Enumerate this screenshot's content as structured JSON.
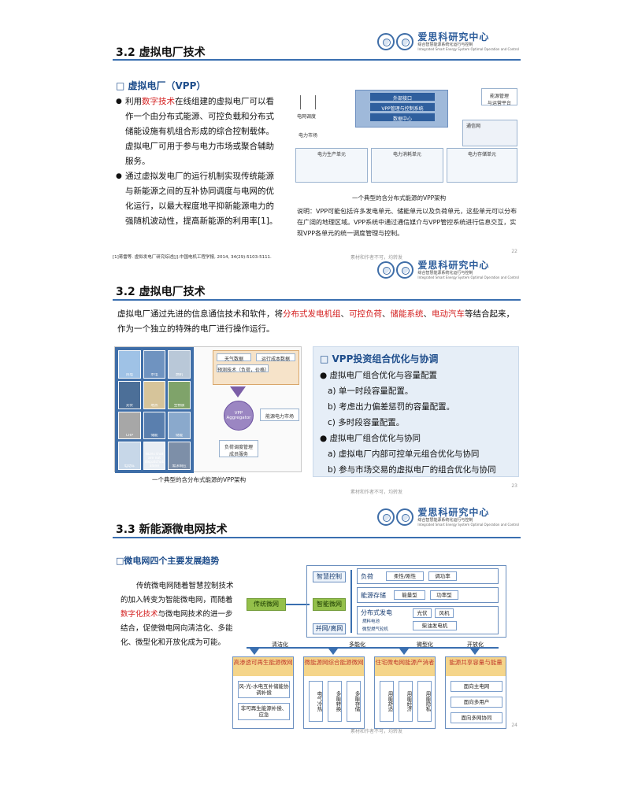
{
  "logo": {
    "name": "爱思科研究中心",
    "sub": "综合智慧能源系统化运行与控制",
    "en": "Integrated Smart Energy System Optimal Operation and Control"
  },
  "slide1": {
    "title": "3.2 虚拟电厂技术",
    "heading": "□ 虚拟电厂（VPP）",
    "bullet1": {
      "pre": "利用",
      "red": "数字技术",
      "post": "在线组建的虚拟电厂可以看作一个由分布式能源、可控负载和分布式储能设施有机组合形成的综合控制载体。虚拟电厂可用于参与电力市场或聚合辅助服务。"
    },
    "bullet2": "通过虚拟发电厂的运行机制实现传统能源与新能源之间的互补协同调度与电网的优化运行，以最大程度地平抑新能源电力的强随机波动性，提高新能源的利用率[1]。",
    "diagram": {
      "top_labels": [
        "外部接口",
        "VPP管理与控制系统",
        "数据中心"
      ],
      "grid_label": "电网调度",
      "market_label": "电力市场",
      "mgmt_label": "能源管理\n与运营平台",
      "comm_label": "通信网",
      "groups": [
        "电力生产单元",
        "电力消耗单元",
        "电力存储单元"
      ],
      "caption": "一个典型的含分布式能源的VPP架构"
    },
    "note": "说明：VPP可能包括许多发电单元、储能单元以及负荷单元，这些单元可以分布在广阔的地理区域。VPP系统中通过通信媒介与VPP管控系统进行信息交互，实现VPP各单元的统一调度管理与控制。",
    "source": "[1]蒋雷等. 虚拟发电厂研究综述[J].中国电机工程学报, 2014, 34(29):5103-5111.",
    "watermark": "素材和作者不可，均转发",
    "page": "22"
  },
  "slide2": {
    "title": "3.2 虚拟电厂技术",
    "para": {
      "pre": "虚拟电厂通过先进的信息通信技术和软件，将",
      "red1": "分布式发电机组",
      "sep1": "、",
      "red2": "可控负荷",
      "sep2": "、",
      "red3": "储能系统",
      "sep3": "、",
      "red4": "电动汽车",
      "post": "等结合起来，作为一个独立的特殊的电厂进行操作运行。"
    },
    "diagram": {
      "inputs": [
        "天气数据",
        "运行成本数据",
        "预测技术（负荷，价格）"
      ],
      "center": "VPP Aggregator",
      "market": "能源电力市场",
      "ops": "负荷调度管理\n成员服务",
      "tiles": [
        "风电",
        "水电",
        "燃机",
        "光伏",
        "地热",
        "生物质",
        "CHP",
        "储能",
        "储能",
        "电动车",
        "NDRs that are not dispatchable alone",
        "需求响应"
      ],
      "caption": "一个典型的含分布式能源的VPP架构"
    },
    "panel": {
      "heading": "□ VPP投资组合优化与协调",
      "b1": "虚拟电厂组合优化与容量配置",
      "a": "a) 单一时段容量配置。",
      "b": "b) 考虑出力偏差惩罚的容量配置。",
      "c": "c) 多时段容量配置。",
      "b2": "虚拟电厂组合优化与协同",
      "a2": "a) 虚拟电厂内部可控单元组合优化与协同",
      "b2b": "b) 参与市场交易的虚拟电厂的组合优化与协同"
    },
    "watermark": "素材和作者不可，均转发",
    "page": "23"
  },
  "slide3": {
    "title": "3.3 新能源微电网技术",
    "heading": "□微电网四个主要发展趋势",
    "para": {
      "pre": "传统微电网随着智慧控制技术的加入转变为智能微电网，而随着",
      "red": "数字化技术",
      "post": "与微电网技术的进一步结合，促使微电网向清洁化、多能化、微型化和开放化成为可能。"
    },
    "diagram": {
      "traditional": "传统微网",
      "smart_control": "智慧控制",
      "smart_grid": "智能微网",
      "island": "并网/离网",
      "load": "负荷",
      "load_opts": [
        "柔性/刚性",
        "调功率"
      ],
      "storage": "能源存储",
      "storage_opts": [
        "能量型",
        "功率型"
      ],
      "dg": "分布式发电",
      "dg_opts": [
        "光伏",
        "风机"
      ],
      "dg_sub": [
        "燃料电池",
        "微型燃气轮机"
      ],
      "diesel": "柴油发电机",
      "trends": [
        "清洁化",
        "多能化",
        "微型化",
        "开放化"
      ],
      "cats": [
        {
          "head": "高渗透可再生能源微网",
          "cells": [
            "风-光-水电互补储能协调补偿",
            "非可再生能源补偿、应急"
          ]
        },
        {
          "head": "微能源网综合能源微网",
          "cells": [
            "电气冷热",
            "多能转换",
            "多能存储"
          ]
        },
        {
          "head": "住宅微电网能源产消者",
          "cells": [
            "用能舒适",
            "用能经济",
            "用能隐私"
          ]
        },
        {
          "head": "能源共享容量与能量",
          "cells": [
            "面向主电网",
            "面向多用户",
            "面向多网协同"
          ]
        }
      ]
    },
    "watermark": "素材和作者不可，均转发",
    "page": "24"
  },
  "colors": {
    "accent": "#1f4e8c",
    "rule": "#3a6fb0",
    "highlight": "#d42020",
    "green": "#94c04a"
  }
}
